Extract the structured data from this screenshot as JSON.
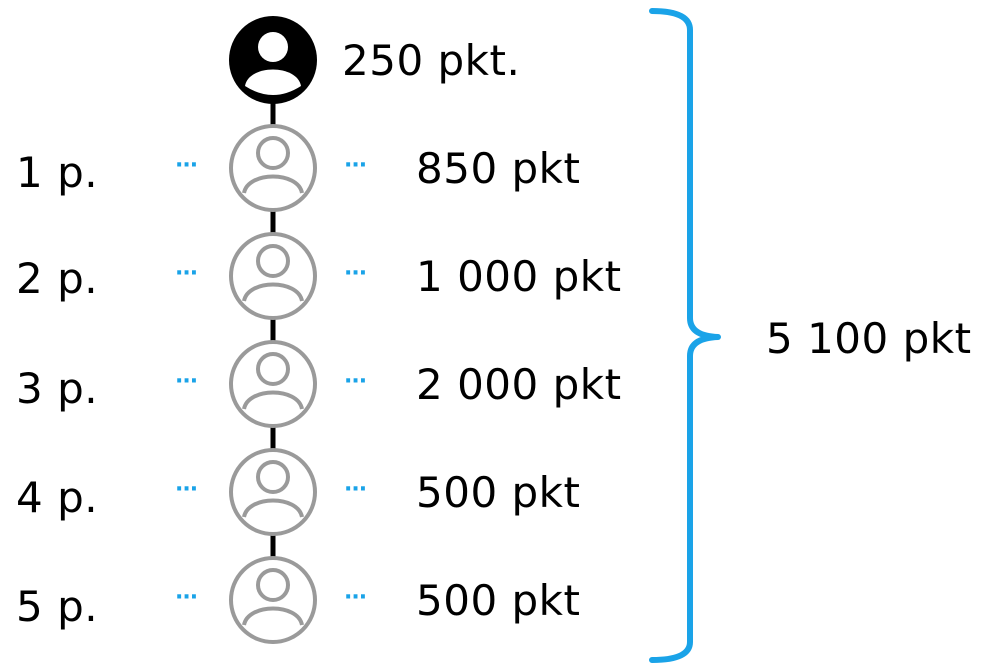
{
  "top": {
    "points": "250 pkt."
  },
  "levels": [
    {
      "label": "1 p.",
      "points": "850 pkt"
    },
    {
      "label": "2 p.",
      "points": "1 000 pkt"
    },
    {
      "label": "3 p.",
      "points": "2 000 pkt"
    },
    {
      "label": "4 p.",
      "points": "500 pkt"
    },
    {
      "label": "5 p.",
      "points": "500 pkt"
    }
  ],
  "dots": "···",
  "total": "5 100 pkt",
  "colors": {
    "accent": "#1aa3e8",
    "node_gray": "#9a9a9a",
    "text": "#000000"
  }
}
